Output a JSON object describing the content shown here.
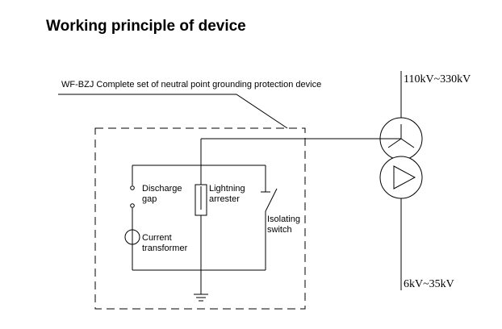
{
  "page": {
    "title": "Working principle of device"
  },
  "device": {
    "name": "WF-BZJ Complete set of neutral point grounding protection device"
  },
  "voltages": {
    "high": "110kV~330kV",
    "low": "6kV~35kV"
  },
  "components": {
    "discharge_gap": [
      "Discharge",
      "gap"
    ],
    "lightning_arrester": [
      "Lightning",
      "arrester"
    ],
    "isolating_switch": [
      "Isolating",
      "switch"
    ],
    "current_transformer": [
      "Current",
      "transformer"
    ]
  },
  "colors": {
    "line": "#000000",
    "background": "#ffffff"
  }
}
